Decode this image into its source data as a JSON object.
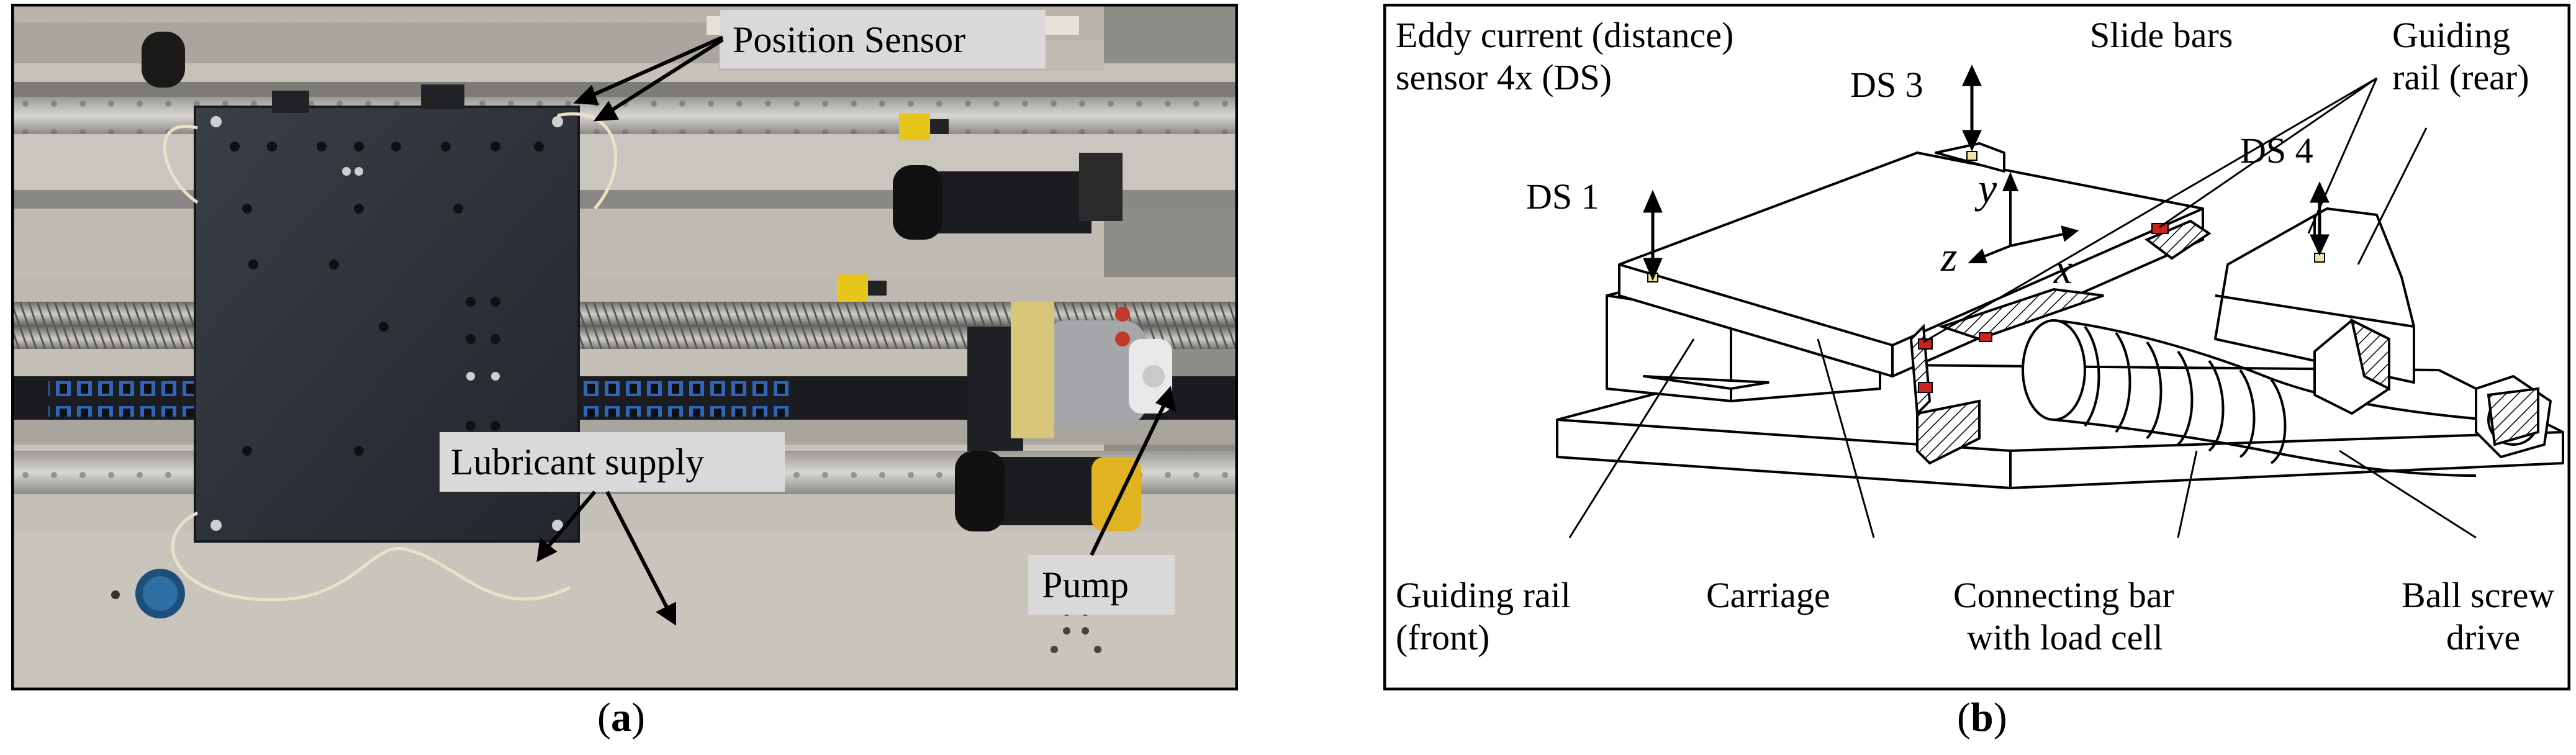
{
  "panel_a": {
    "caption_open": "(",
    "caption_letter": "a",
    "caption_close": ")",
    "labels": {
      "position_sensor": "Position Sensor",
      "lubricant_supply": "Lubricant supply",
      "pump": "Pump"
    }
  },
  "panel_b": {
    "caption_open": "(",
    "caption_letter": "b",
    "caption_close": ")",
    "labels": {
      "eddy_line1": "Eddy current (distance)",
      "eddy_line2": "sensor 4x (DS)",
      "slide_bars": "Slide bars",
      "guiding_rear_line1": "Guiding",
      "guiding_rear_line2": "rail (rear)",
      "ds1": "DS 1",
      "ds3": "DS 3",
      "ds4": "DS 4",
      "axis_y": "y",
      "axis_z": "z",
      "axis_x": "x",
      "guiding_front_line1": "Guiding rail",
      "guiding_front_line2": "(front)",
      "carriage": "Carriage",
      "connecting_line1": "Connecting bar",
      "connecting_line2": "with load cell",
      "ball_screw_line1": "Ball screw",
      "ball_screw_line2": "drive"
    }
  },
  "colors": {
    "sensor_marker": "#cc2222",
    "label_box": "#d9d9d9",
    "frame": "#000000"
  }
}
